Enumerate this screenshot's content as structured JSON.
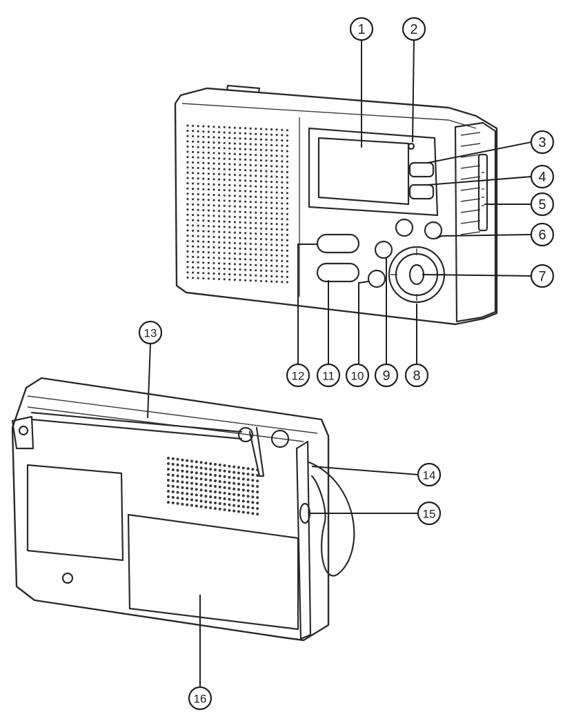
{
  "colors": {
    "line": "#2a2a2a",
    "background": "#ffffff"
  },
  "callouts": [
    "1",
    "2",
    "3",
    "4",
    "5",
    "6",
    "7",
    "8",
    "9",
    "10",
    "11",
    "12",
    "13",
    "14",
    "15",
    "16"
  ]
}
